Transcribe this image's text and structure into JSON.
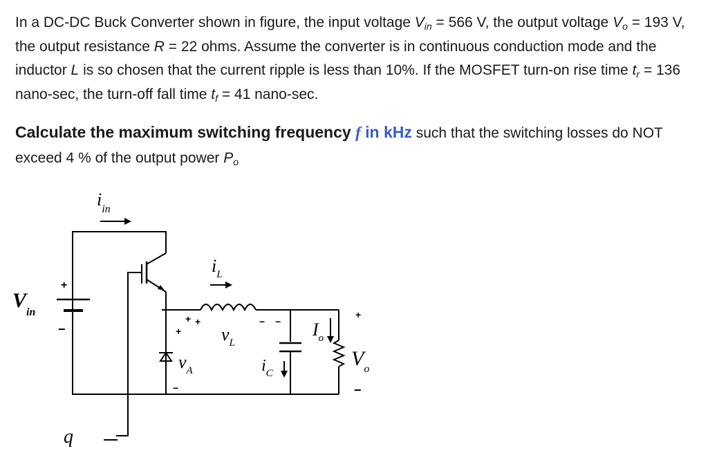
{
  "problem": {
    "p1": "In a DC-DC Buck Converter shown in figure, the input voltage ",
    "vin_sym": "V",
    "vin_sub": "in",
    "p2": " = 566 V, the output voltage ",
    "vo_sym": "V",
    "vo_sub": "o",
    "p3": " = 193 V, the output resistance ",
    "r_sym": "R",
    "p4": " = 22 ohms. Assume the converter is in continuous conduction mode and the inductor ",
    "l_sym": "L",
    "p5": " is so chosen that the current ripple is less than 10%. If the MOSFET turn-on rise time ",
    "tr_sym": "t",
    "tr_sub": "r",
    "p6": " = 136 nano-sec, the turn-off fall time ",
    "tf_sym": "t",
    "tf_sub": "f",
    "p7": " = 41 nano-sec."
  },
  "question": {
    "bold": "Calculate the maximum switching frequency ",
    "hl_f": "f",
    "hl_unit": " in kHz",
    "rest": " such that the switching losses do NOT exceed 4 % of the output power ",
    "po_sym": "P",
    "po_sub": "o"
  },
  "circuit": {
    "iin": "i",
    "iin_sub": "in",
    "vin": "V",
    "vin_sub": "in",
    "plus": "+",
    "minus": "−",
    "il": "i",
    "il_sub": "L",
    "vl": "v",
    "vl_sub": "L",
    "va": "v",
    "va_sub": "A",
    "ic": "i",
    "ic_sub": "C",
    "io": "I",
    "io_sub": "o",
    "vo": "V",
    "vo_sub": "o",
    "gate": "q"
  }
}
